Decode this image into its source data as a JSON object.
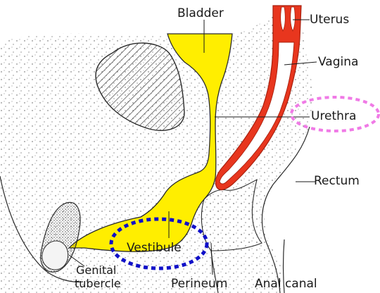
{
  "labels": {
    "bladder": "Bladder",
    "uterus": "Uterus",
    "vagina": "Vagina",
    "urethra": "Urethra",
    "rectum": "Rectum",
    "vestibule": "Vestibule",
    "genital_line1": "Genital",
    "genital_line2": "tubercle",
    "perineum": "Perineum",
    "anal_canal": "Anal canal"
  },
  "colors": {
    "yellow": "#ffee00",
    "red": "#e8361e",
    "dark_red": "#a8200e",
    "stipple": "#4a4a4a",
    "highlight_blue": "#1010c8",
    "highlight_pink": "#f07ae6"
  }
}
